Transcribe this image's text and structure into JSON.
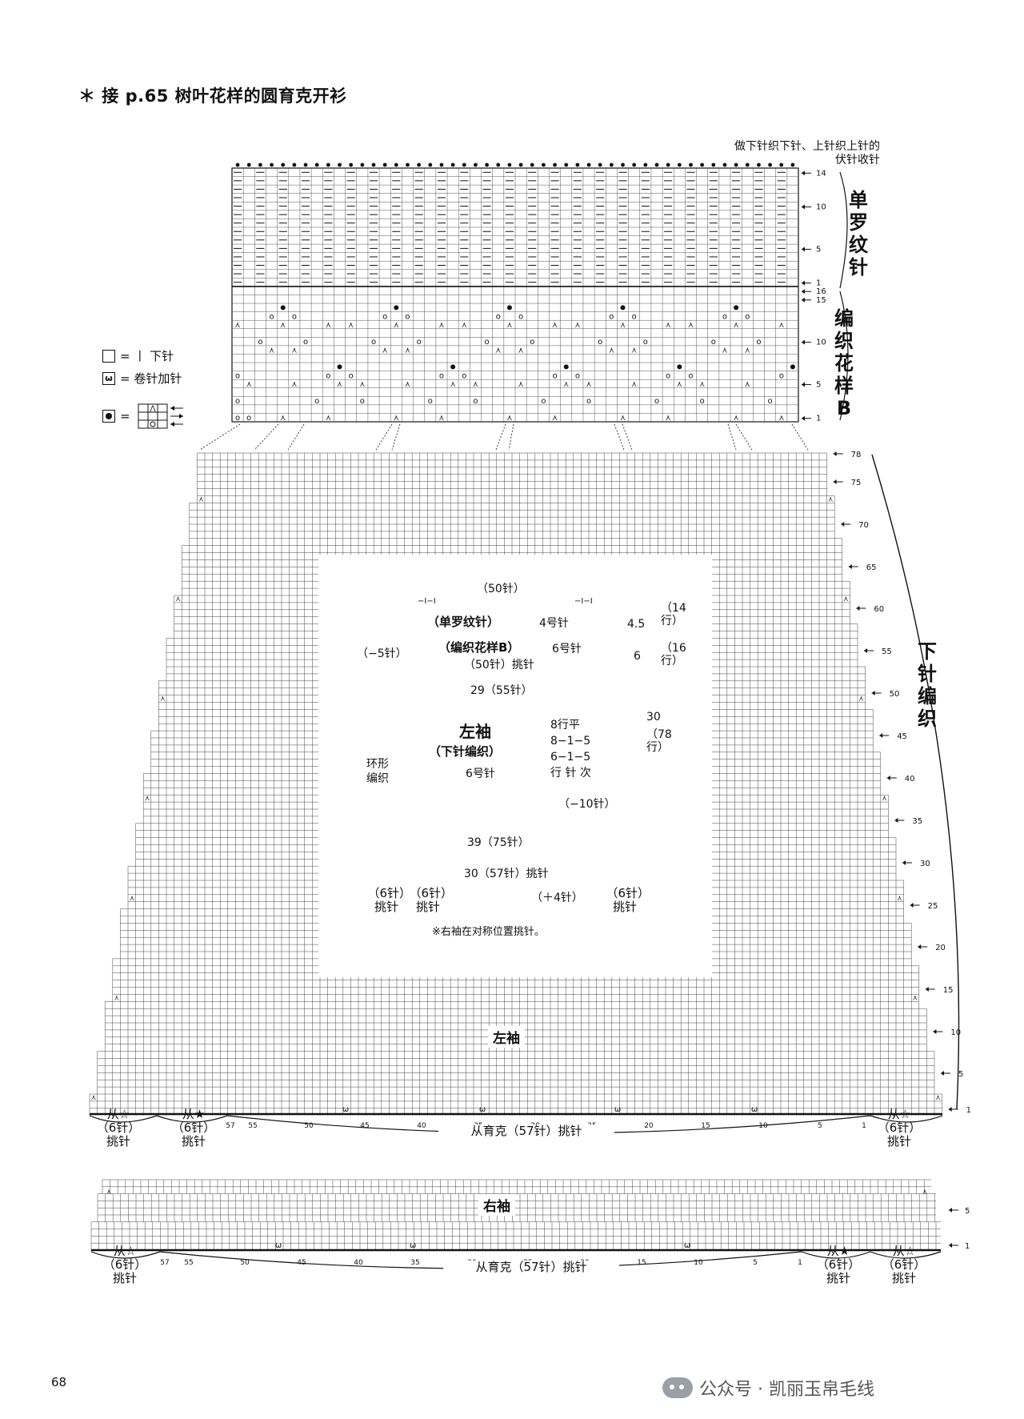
{
  "title": "＊ 接 p.65 树叶花样的圆育克开衫",
  "top_note": {
    "line1": "做下针织下针、上针织上针的",
    "line2": "伏针收针"
  },
  "sections": {
    "single_rib": "单罗纹针",
    "pattern_b": "编织花样B",
    "stockinette": "下针编织"
  },
  "legend": [
    {
      "icon": "knit-box-icon",
      "text": "= 丨 下针"
    },
    {
      "icon": "yarn-over-wrap-icon",
      "text": "= 卷针加针"
    },
    {
      "icon": "bobble-icon",
      "text": "="
    }
  ],
  "top_rows": {
    "rib_rows": [
      "14",
      "10",
      "5",
      "1"
    ],
    "pattern_rows": [
      "16",
      "15",
      "10",
      "5",
      "1"
    ]
  },
  "main_rows": [
    "78",
    "75",
    "70",
    "65",
    "60",
    "55",
    "50",
    "45",
    "40",
    "35",
    "30",
    "25",
    "20",
    "15",
    "10",
    "5",
    "1"
  ],
  "left_sleeve": {
    "label": "左袖",
    "bottom_cols": [
      "57",
      "55",
      "50",
      "45",
      "40",
      "35",
      "30",
      "25",
      "20",
      "15",
      "10",
      "5",
      "1"
    ],
    "pick_left1": {
      "from": "从☆",
      "count": "（6针）",
      "action": "挑针"
    },
    "pick_left2": {
      "from": "从★",
      "count": "（6针）",
      "action": "挑针"
    },
    "pick_right": {
      "from": "从☆",
      "count": "（6针）",
      "action": "挑针"
    },
    "pick_center": "从育克（57针）挑针"
  },
  "right_sleeve": {
    "label": "右袖",
    "rows": [
      "5",
      "1"
    ],
    "bottom_cols": [
      "57",
      "55",
      "50",
      "45",
      "40",
      "35",
      "30",
      "25",
      "20",
      "15",
      "10",
      "5",
      "1"
    ],
    "pick_left": {
      "from": "从☆",
      "count": "（6针）",
      "action": "挑针"
    },
    "pick_right1": {
      "from": "从★",
      "count": "（6针）",
      "action": "挑针"
    },
    "pick_right2": {
      "from": "从☆",
      "count": "（6针）",
      "action": "挑针"
    },
    "pick_center": "从育克（57针）挑针"
  },
  "schematic": {
    "width_top": "（50针）",
    "rib": "（单罗纹针）",
    "rib_needle": "4号针",
    "pattern": "（编织花样B）",
    "pattern_needle": "6号针",
    "decrease": "（−5针）",
    "picked": "（50针）挑针",
    "upper_width": "29（55针）",
    "sleeve_name": "左袖",
    "sleeve_technique": "（下针编织）",
    "sleeve_needle": "6号针",
    "ring_knit": "环形编织",
    "shaping": [
      "8行平",
      "8−1−5",
      "6−1−5",
      "行 针 次"
    ],
    "minus10": "（−10针）",
    "lower_width": "39（75针）",
    "bottom_picked": "30（57针）挑针",
    "plus4": "（＋4针）",
    "h1": "4.5",
    "h1_rows": "（14行）",
    "h2": "6",
    "h2_rows": "（16行）",
    "h3": "30",
    "h3_rows": "（78行）",
    "pick1": "（6针）挑针",
    "pick2": "（6针）挑针",
    "pick3": "（6针）挑针",
    "note": "※右袖在对称位置挑针。",
    "rib_mark": "−I−I"
  },
  "page_number": "68",
  "watermark": "公众号 · 凯丽玉帛毛线"
}
